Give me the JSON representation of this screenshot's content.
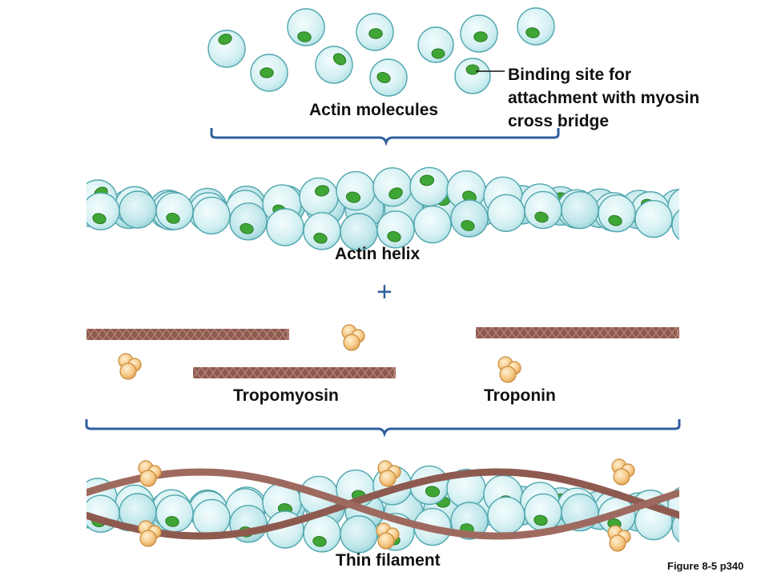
{
  "labels": {
    "actin_molecules": "Actin molecules",
    "binding_site": "Binding site for\nattachment with myosin\ncross bridge",
    "actin_helix": "Actin helix",
    "plus_sign": "+",
    "tropomyosin": "Tropomyosin",
    "troponin": "Troponin",
    "thin_filament": "Thin filament",
    "figure_ref": "Figure 8-5 p340"
  },
  "colors": {
    "actin_fill": "#d4f0f2",
    "actin_stroke": "#4fa6ad",
    "binding_site": "#3fa535",
    "tropomyosin": "#8e5a50",
    "troponin": "#f6c987",
    "bracket": "#2f5f9f"
  }
}
